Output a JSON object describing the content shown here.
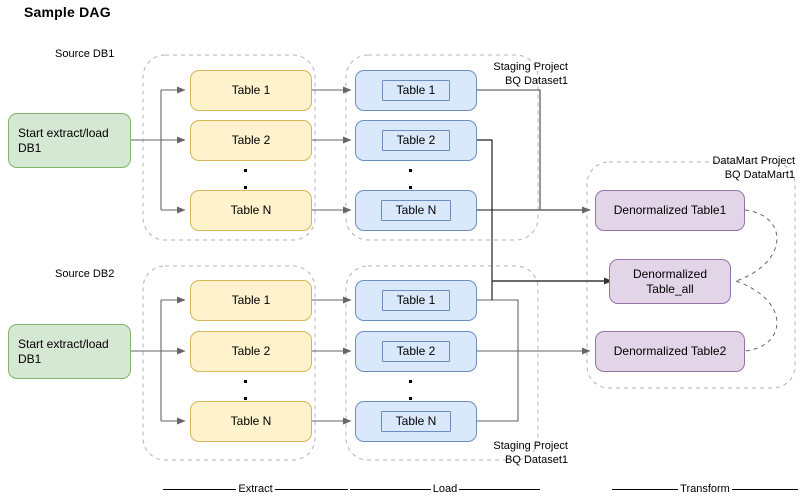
{
  "diagram": {
    "title": "Sample DAG",
    "type": "flowchart-dag",
    "colors": {
      "green_fill": "#d5e8d4",
      "green_stroke": "#82b366",
      "yellow_fill": "#fff2cc",
      "yellow_stroke": "#d6b656",
      "blue_fill": "#dae8fc",
      "blue_stroke": "#6c8ebf",
      "purple_fill": "#e1d5e7",
      "purple_stroke": "#9673a6",
      "edge": "#666666",
      "container_dash": "#b3b3b3"
    }
  },
  "labels": {
    "source_db1": "Source DB1",
    "source_db2": "Source DB2",
    "staging_top": "Staging Project\nBQ Dataset1",
    "staging_bottom": "Staging Project\nBQ Dataset1",
    "datamart": "DataMart Project\nBQ DataMart1"
  },
  "phases": [
    {
      "label": "Extract"
    },
    {
      "label": "Load"
    },
    {
      "label": "Transform"
    }
  ],
  "start_nodes": [
    {
      "id": "start-db1-top",
      "label": "Start extract/load\nDB1"
    },
    {
      "id": "start-db1-bottom",
      "label": "Start extract/load\nDB1"
    }
  ],
  "extract": {
    "group_top": {
      "name": "Source DB1",
      "tables": [
        {
          "label": "Table 1"
        },
        {
          "label": "Table 2"
        },
        {
          "label": "Table N"
        }
      ]
    },
    "group_bottom": {
      "name": "Source DB2",
      "tables": [
        {
          "label": "Table 1"
        },
        {
          "label": "Table 2"
        },
        {
          "label": "Table N"
        }
      ]
    }
  },
  "load": {
    "group_top": {
      "name": "Staging Project BQ Dataset1",
      "tables": [
        {
          "label": "Table 1"
        },
        {
          "label": "Table 2"
        },
        {
          "label": "Table N"
        }
      ]
    },
    "group_bottom": {
      "name": "Staging Project BQ Dataset1",
      "tables": [
        {
          "label": "Table 1"
        },
        {
          "label": "Table 2"
        },
        {
          "label": "Table N"
        }
      ]
    }
  },
  "transform": {
    "group": {
      "name": "DataMart Project BQ DataMart1",
      "tables": [
        {
          "label": "Denormalized Table1"
        },
        {
          "label": "Denormalized\nTable_all"
        },
        {
          "label": "Denormalized Table2"
        }
      ]
    }
  }
}
